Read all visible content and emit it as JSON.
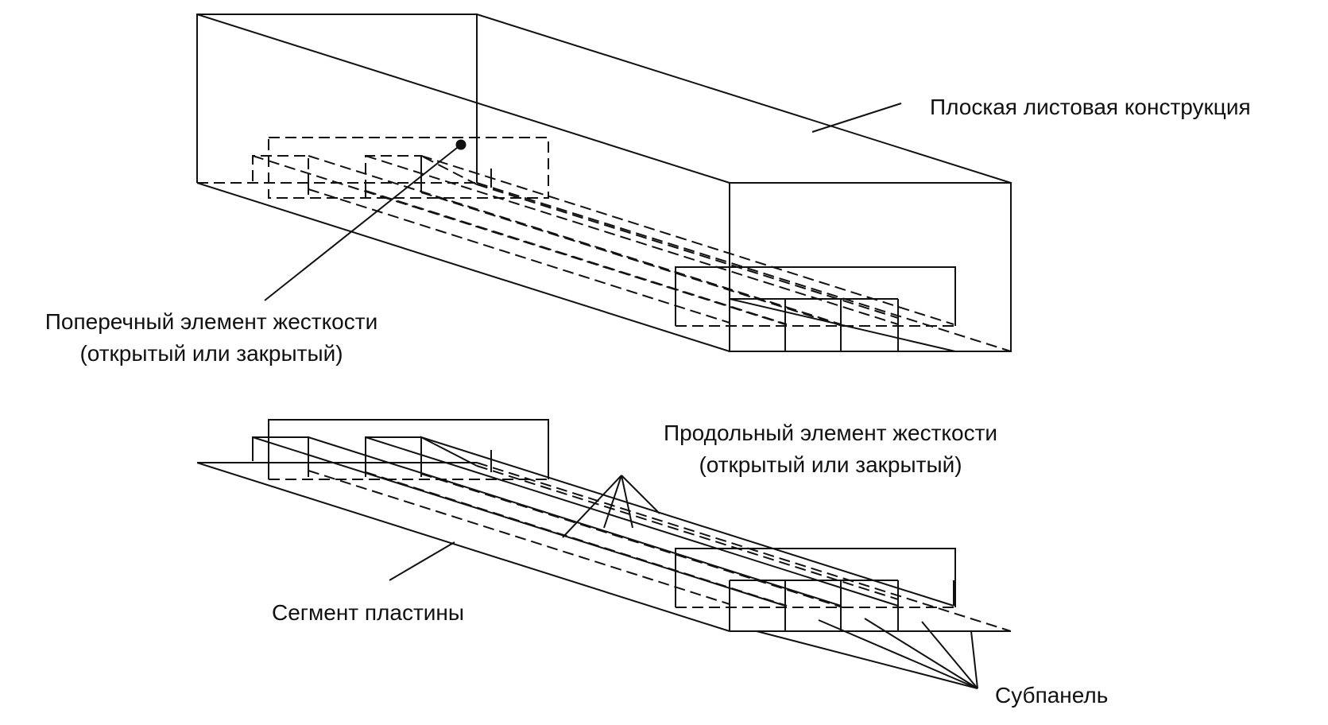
{
  "labels": {
    "flat_panel": "Плоская листовая конструкция",
    "transverse_line1": "Поперечный элемент жесткости",
    "transverse_line2": "(открытый или закрытый)",
    "longitudinal_line1": "Продольный элемент жесткости",
    "longitudinal_line2": "(открытый или закрытый)",
    "plate_segment": "Сегмент пластины",
    "subpanel": "Субпанель"
  }
}
